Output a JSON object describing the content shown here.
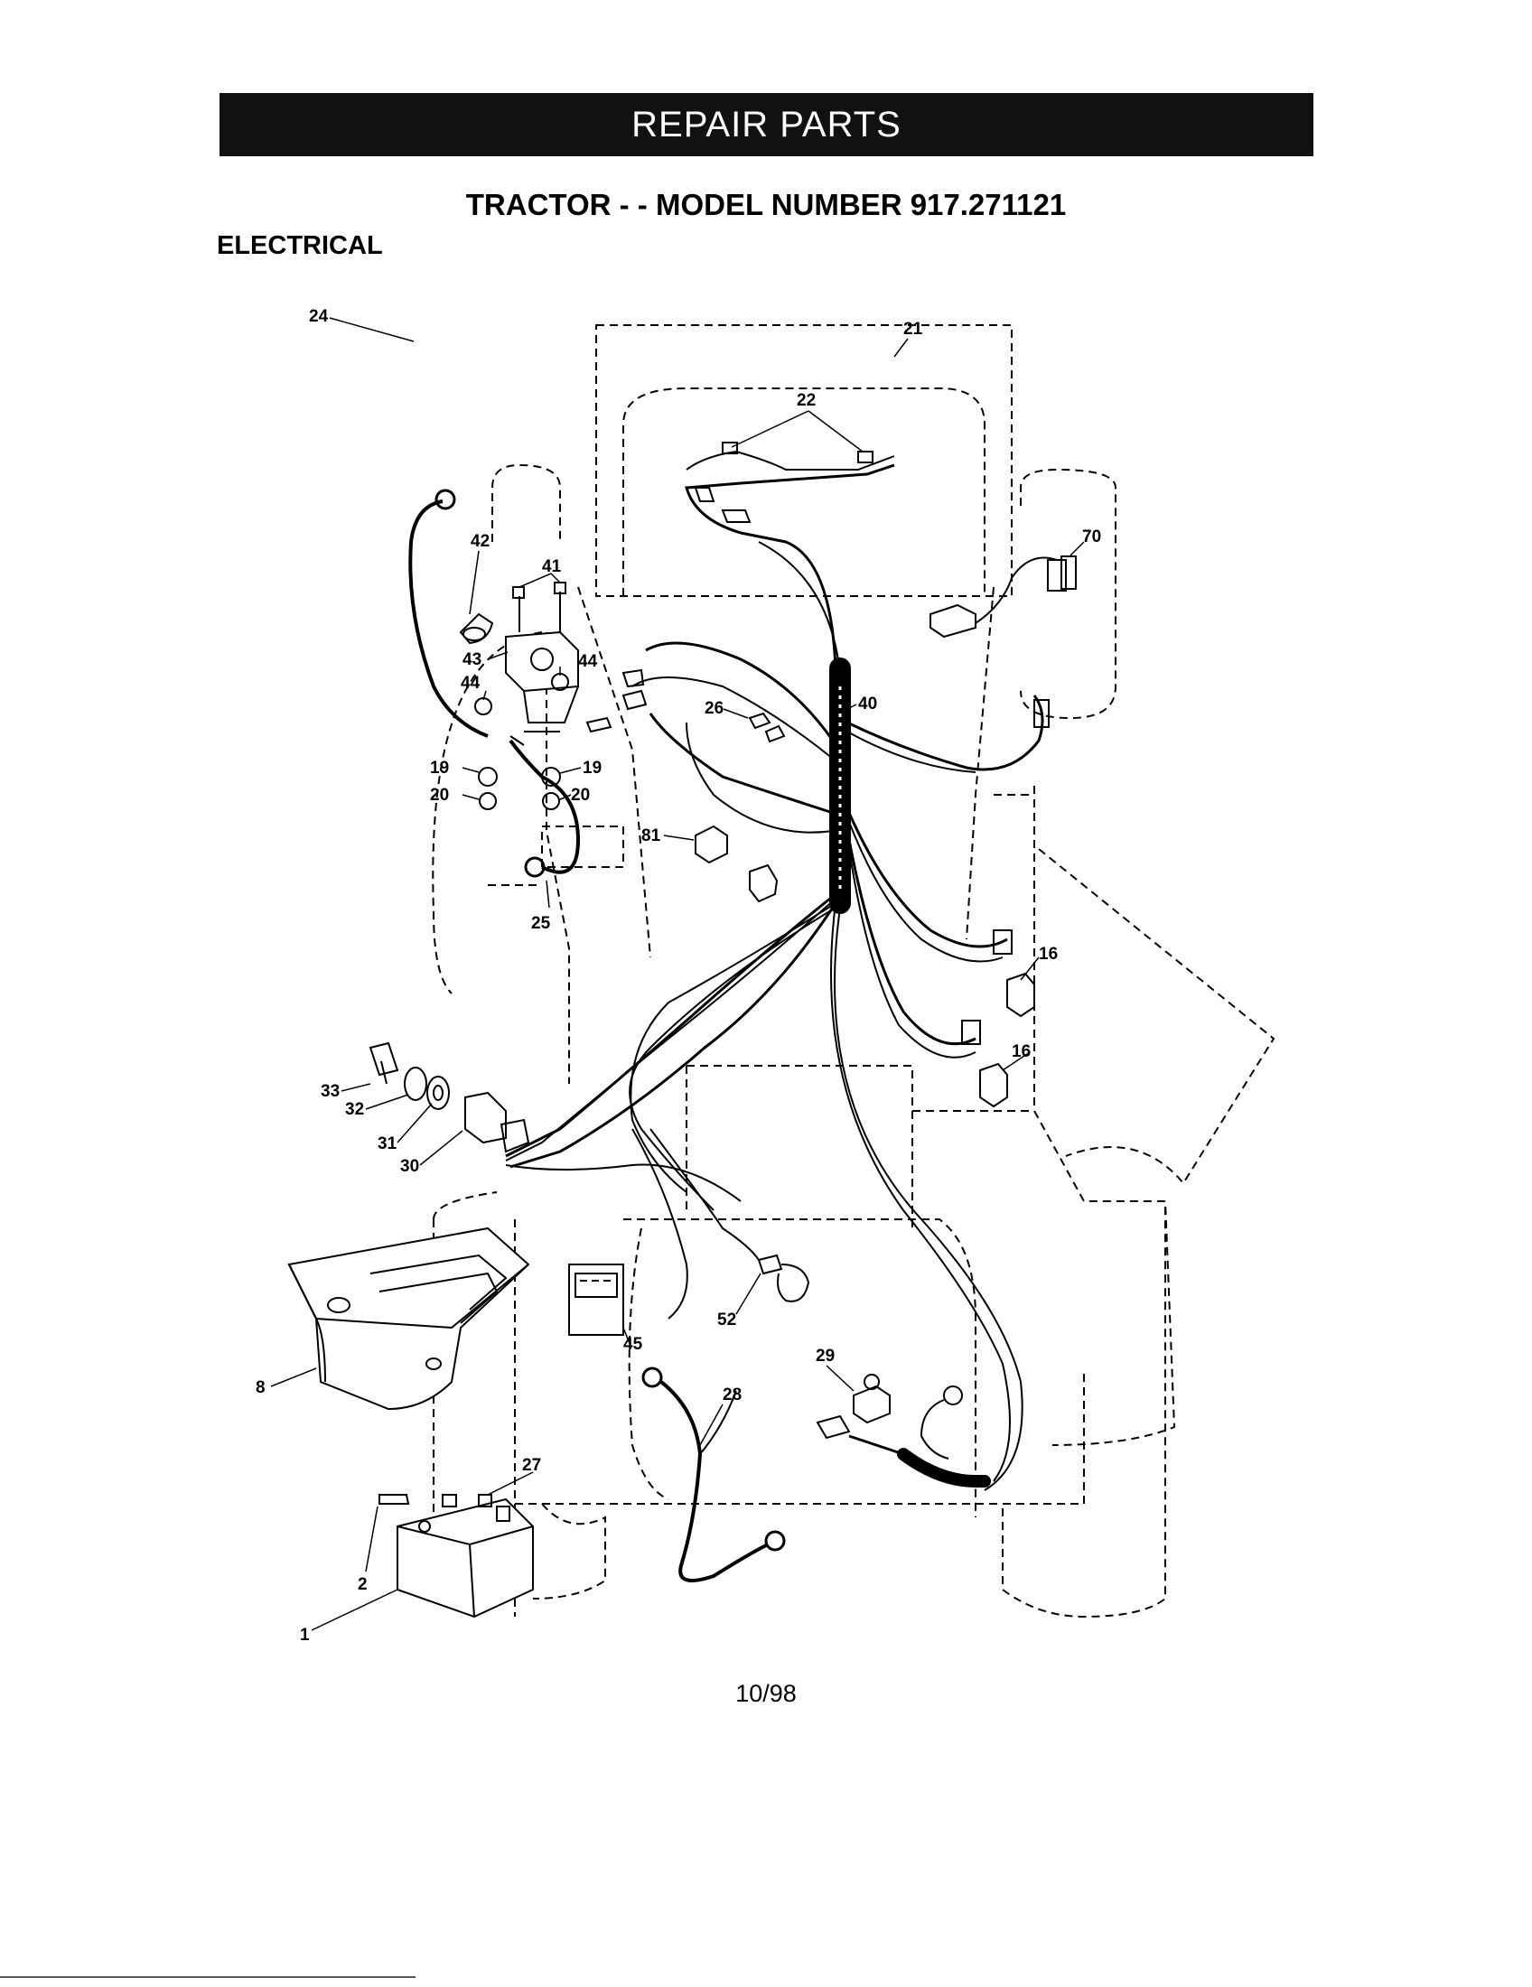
{
  "header": {
    "banner": "REPAIR PARTS"
  },
  "title": "TRACTOR - - MODEL NUMBER 917.271121",
  "section": "ELECTRICAL",
  "footer": {
    "date_code": "10/98"
  },
  "callouts": {
    "c1": "1",
    "c2": "2",
    "c8": "8",
    "c16a": "16",
    "c16b": "16",
    "c19a": "19",
    "c19b": "19",
    "c20a": "20",
    "c20b": "20",
    "c21": "21",
    "c22": "22",
    "c24": "24",
    "c25": "25",
    "c26": "26",
    "c27": "27",
    "c28": "28",
    "c29": "29",
    "c30": "30",
    "c31": "31",
    "c32": "32",
    "c33": "33",
    "c40": "40",
    "c41": "41",
    "c42": "42",
    "c43": "43",
    "c44a": "44",
    "c44b": "44",
    "c45": "45",
    "c52": "52",
    "c70": "70",
    "c81": "81"
  }
}
